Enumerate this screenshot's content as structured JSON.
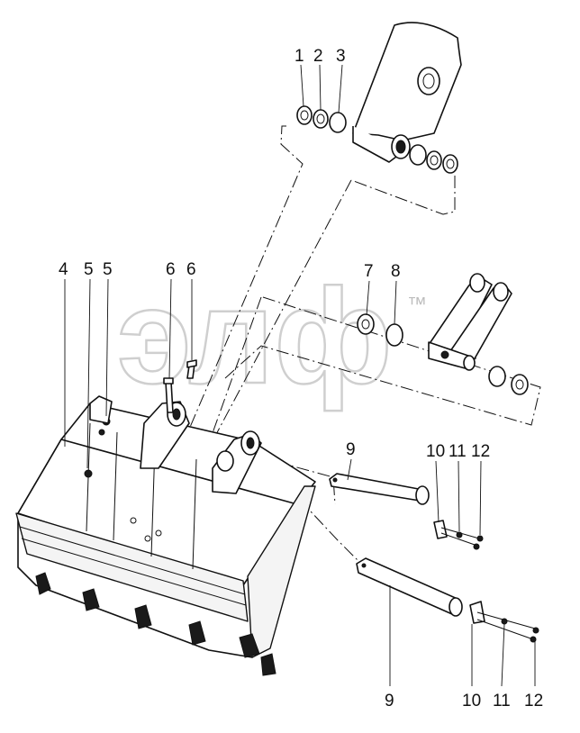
{
  "watermark": {
    "text": "элф",
    "mark": "™"
  },
  "callouts": [
    {
      "id": "c1",
      "label": "1"
    },
    {
      "id": "c2",
      "label": "2"
    },
    {
      "id": "c3",
      "label": "3"
    },
    {
      "id": "c4",
      "label": "4"
    },
    {
      "id": "c5a",
      "label": "5"
    },
    {
      "id": "c5b",
      "label": "5"
    },
    {
      "id": "c6a",
      "label": "6"
    },
    {
      "id": "c6b",
      "label": "6"
    },
    {
      "id": "c7",
      "label": "7"
    },
    {
      "id": "c8",
      "label": "8"
    },
    {
      "id": "c9a",
      "label": "9"
    },
    {
      "id": "c9b",
      "label": "9"
    },
    {
      "id": "c10a",
      "label": "10"
    },
    {
      "id": "c11a",
      "label": "11"
    },
    {
      "id": "c12a",
      "label": "12"
    },
    {
      "id": "c10b",
      "label": "10"
    },
    {
      "id": "c11b",
      "label": "11"
    },
    {
      "id": "c12b",
      "label": "12"
    }
  ]
}
